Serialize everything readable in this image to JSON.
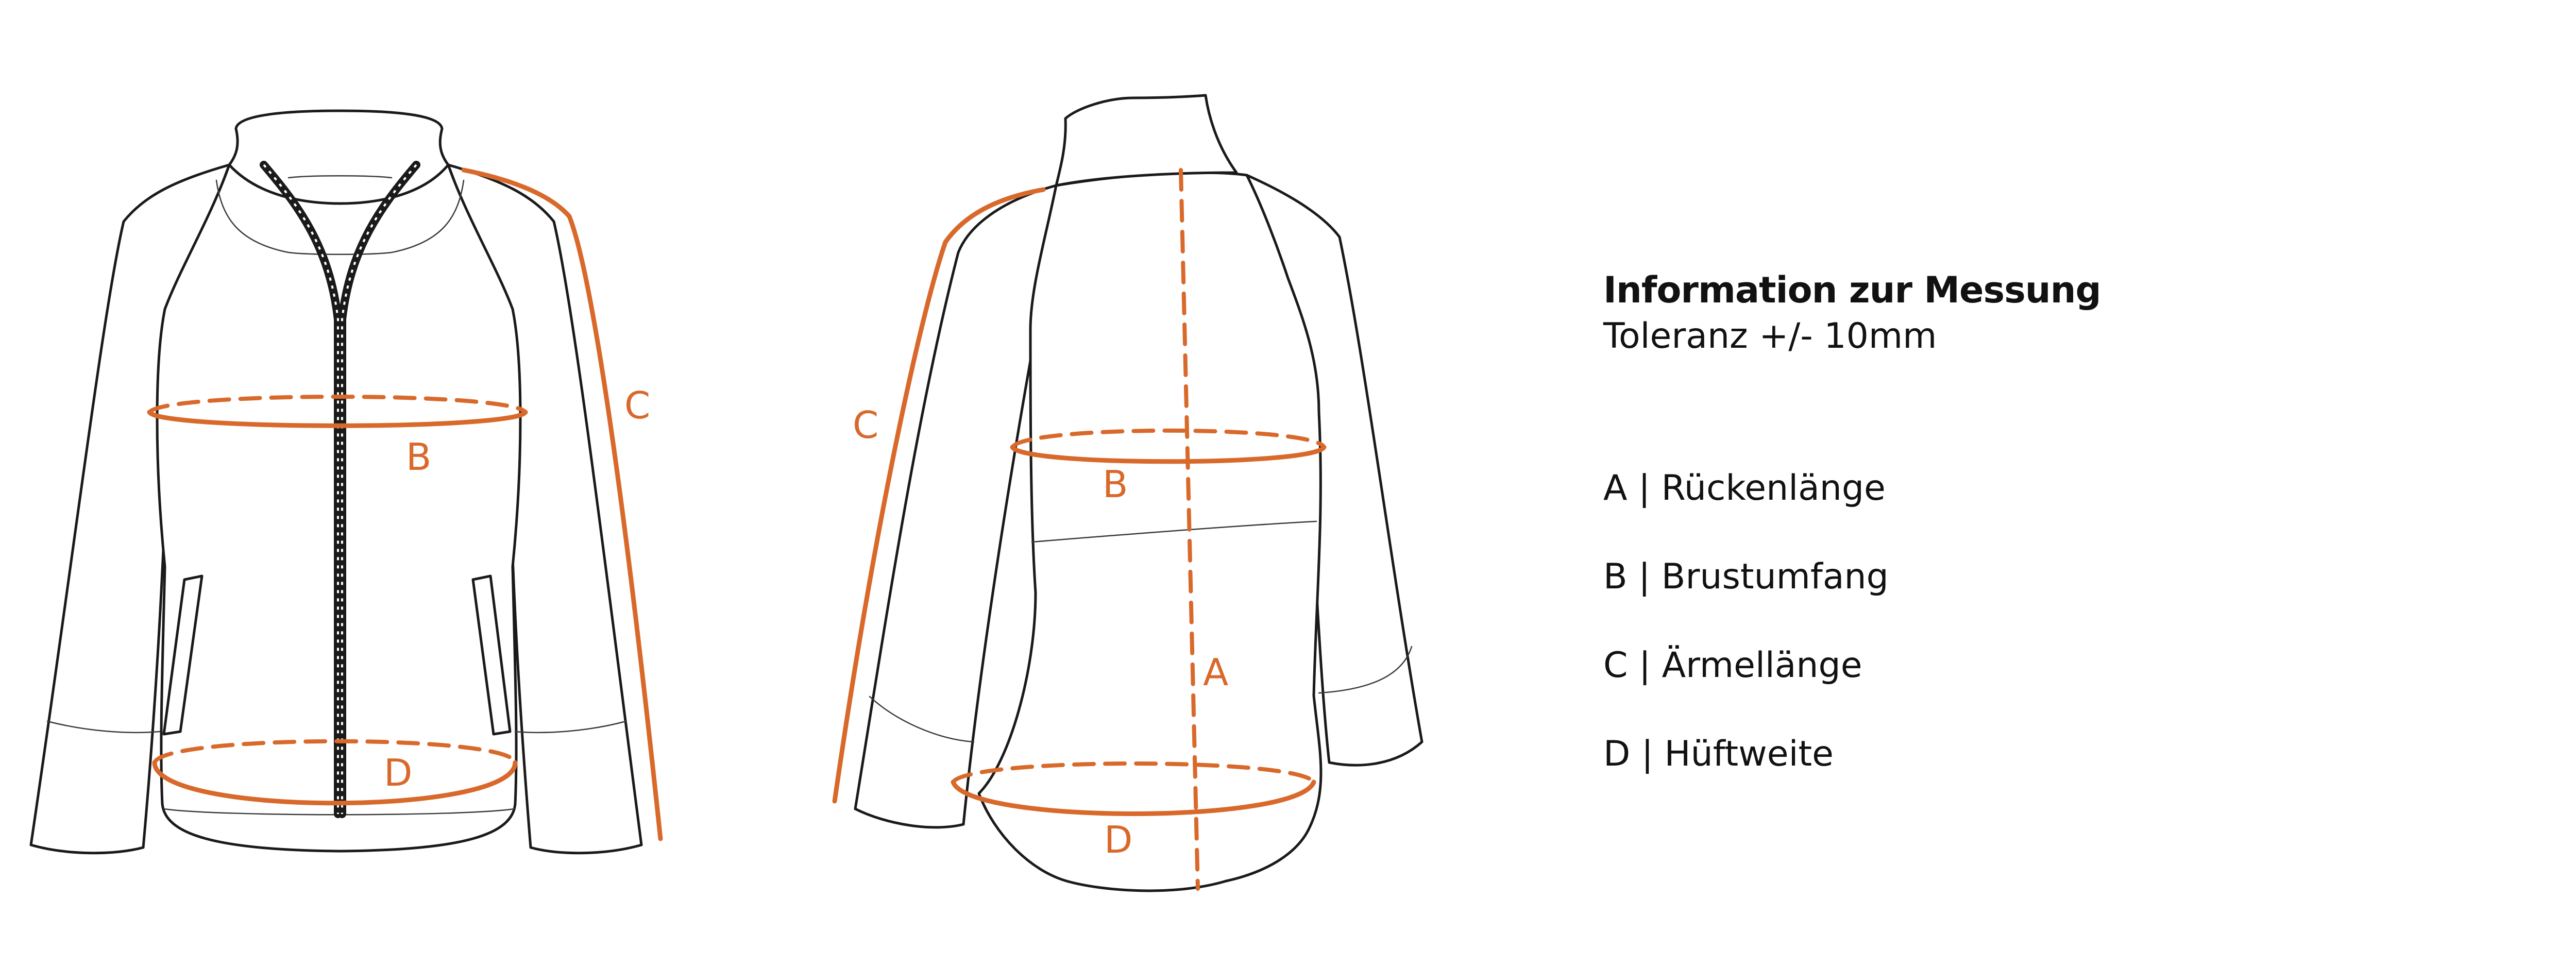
{
  "info": {
    "title": "Information zur Messung",
    "tolerance": "Toleranz +/- 10mm"
  },
  "legend": [
    {
      "letter": "A",
      "label": "A | Rückenlänge"
    },
    {
      "letter": "B",
      "label": "B | Brustumfang"
    },
    {
      "letter": "C",
      "label": "C | Ärmellänge"
    },
    {
      "letter": "D",
      "label": "D | Hüftweite"
    }
  ],
  "colors": {
    "measurement": "#d9692b",
    "outline": "#1a1a1a",
    "text": "#111111"
  },
  "diagrams": {
    "front": {
      "labels": {
        "b": "B",
        "c": "C",
        "d": "D"
      }
    },
    "back": {
      "labels": {
        "a": "A",
        "b": "B",
        "c": "C",
        "d": "D"
      }
    }
  }
}
